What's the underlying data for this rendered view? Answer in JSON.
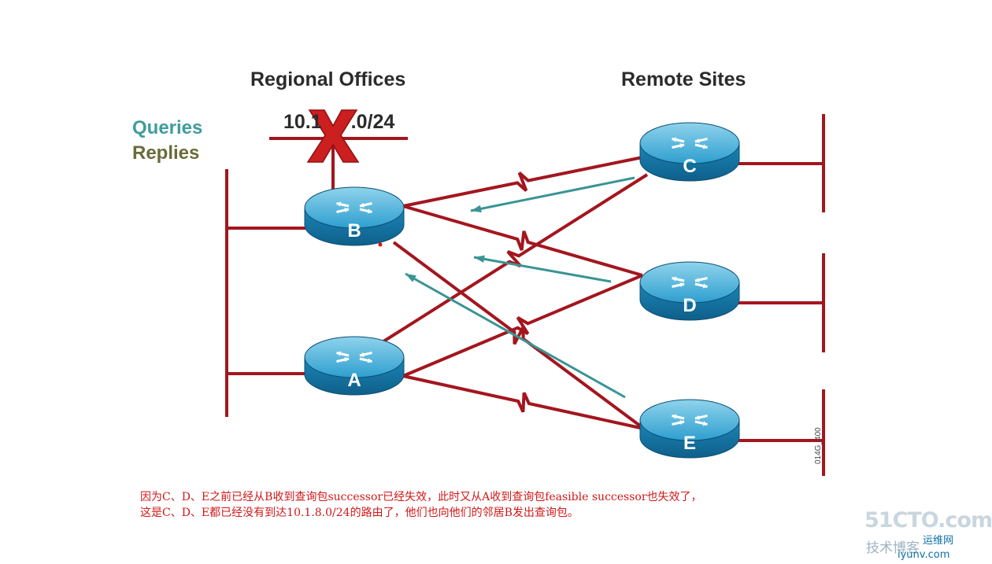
{
  "headings": {
    "left": "Regional Offices",
    "right": "Remote Sites"
  },
  "legend": {
    "queries": "Queries",
    "replies": "Replies",
    "queries_color": "#3f9c9c",
    "replies_color": "#6b6b3a"
  },
  "failed_network": {
    "label": "10.1.8.0/24",
    "label_visible": "10.1",
    "label_visible_tail": ".0/24",
    "status": "failed"
  },
  "routers": [
    {
      "id": "B",
      "label": "B",
      "group": "regional"
    },
    {
      "id": "A",
      "label": "A",
      "group": "regional"
    },
    {
      "id": "C",
      "label": "C",
      "group": "remote"
    },
    {
      "id": "D",
      "label": "D",
      "group": "remote"
    },
    {
      "id": "E",
      "label": "E",
      "group": "remote"
    }
  ],
  "wan_links": [
    {
      "from": "B",
      "to": "C"
    },
    {
      "from": "B",
      "to": "D"
    },
    {
      "from": "B",
      "to": "E"
    },
    {
      "from": "A",
      "to": "C"
    },
    {
      "from": "A",
      "to": "D"
    },
    {
      "from": "A",
      "to": "E"
    }
  ],
  "query_arrows": [
    {
      "from": "C",
      "to": "B"
    },
    {
      "from": "D",
      "to": "B"
    },
    {
      "from": "E",
      "to": "B"
    }
  ],
  "colors": {
    "link": "#a3161e",
    "query_arrow": "#3a9494",
    "router_blue": "#1f8fbe",
    "failure_x": "#cc1f1f"
  },
  "note": {
    "line1": "因为C、D、E之前已经从B收到查询包successor已经失效，此时又从A收到查询包feasible successor也失效了，",
    "line2": "这是C、D、E都已经没有到达10.1.8.0/24的路由了，他们也向他们的邻居B发出查询包。"
  },
  "figure_code": "014G_400",
  "watermark": {
    "logo": "51CTO.com",
    "line_a": "技术博客",
    "line_b": "运维网",
    "line_c": "iyunv.com"
  }
}
